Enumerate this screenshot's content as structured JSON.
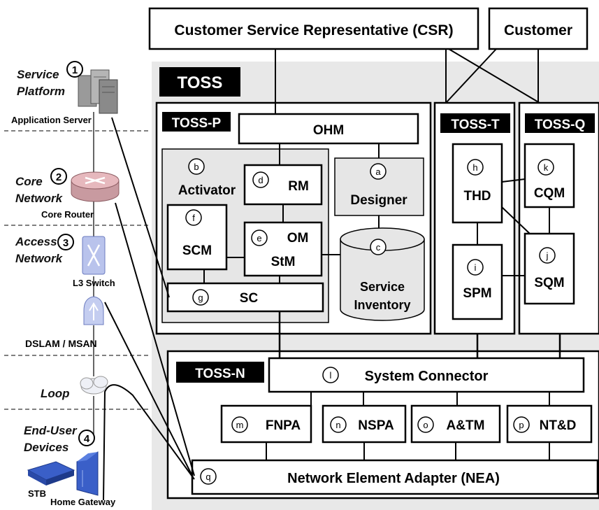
{
  "top": {
    "csr": "Customer Service Representative (CSR)",
    "customer": "Customer"
  },
  "toss": {
    "title": "TOSS",
    "p": {
      "title": "TOSS-P",
      "ohm": "OHM",
      "activator": "Activator",
      "rm": "RM",
      "designer": "Designer",
      "scm": "SCM",
      "om": "OM",
      "stm": "StM",
      "service_inventory_1": "Service",
      "service_inventory_2": "Inventory",
      "sc": "SC"
    },
    "t": {
      "title": "TOSS-T",
      "thd": "THD",
      "spm": "SPM"
    },
    "q": {
      "title": "TOSS-Q",
      "cqm": "CQM",
      "sqm": "SQM"
    },
    "n": {
      "title": "TOSS-N",
      "system_connector": "System Connector",
      "fnpa": "FNPA",
      "nspa": "NSPA",
      "atm": "A&TM",
      "ntd": "NT&D",
      "nea": "Network Element Adapter (NEA)"
    }
  },
  "markers": {
    "a": "a",
    "b": "b",
    "c": "c",
    "d": "d",
    "e": "e",
    "f": "f",
    "g": "g",
    "h": "h",
    "i": "i",
    "j": "j",
    "k": "k",
    "l": "l",
    "m": "m",
    "n": "n",
    "o": "o",
    "p": "p",
    "q": "q"
  },
  "network": {
    "service_platform_1": "Service",
    "service_platform_2": "Platform",
    "num1": "1",
    "application_server": "Application Server",
    "core_network_1": "Core",
    "core_network_2": "Network",
    "num2": "2",
    "core_router": "Core Router",
    "access_network_1": "Access",
    "access_network_2": "Network",
    "num3": "3",
    "l3_switch": "L3 Switch",
    "dslam": "DSLAM / MSAN",
    "loop": "Loop",
    "end_user_1": "End-User",
    "end_user_2": "Devices",
    "num4": "4",
    "stb": "STB",
    "home_gateway": "Home Gateway"
  }
}
